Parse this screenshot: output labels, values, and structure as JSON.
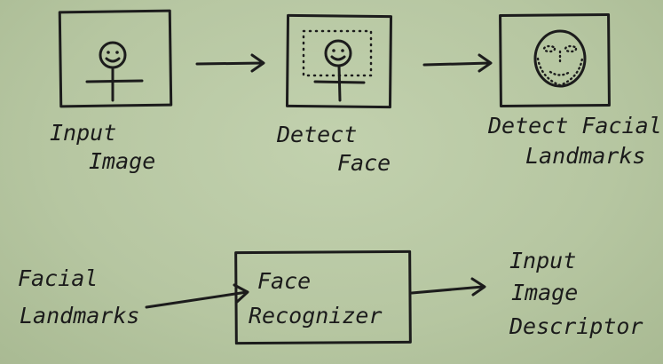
{
  "steps": {
    "input_image": {
      "line1": "Input",
      "line2": "Image"
    },
    "detect_face": {
      "line1": "Detect",
      "line2": "Face"
    },
    "detect_landmarks": {
      "line1": "Detect Facial",
      "line2": "Landmarks"
    },
    "facial_landmarks": {
      "line1": "Facial",
      "line2": "Landmarks"
    },
    "face_recognizer": {
      "line1": "Face",
      "line2": "Recognizer"
    },
    "descriptor": {
      "line1": "Input",
      "line2": "Image",
      "line3": "Descriptor"
    }
  },
  "colors": {
    "ink": "#1c1c1c",
    "paper": "#b8c8a4"
  }
}
